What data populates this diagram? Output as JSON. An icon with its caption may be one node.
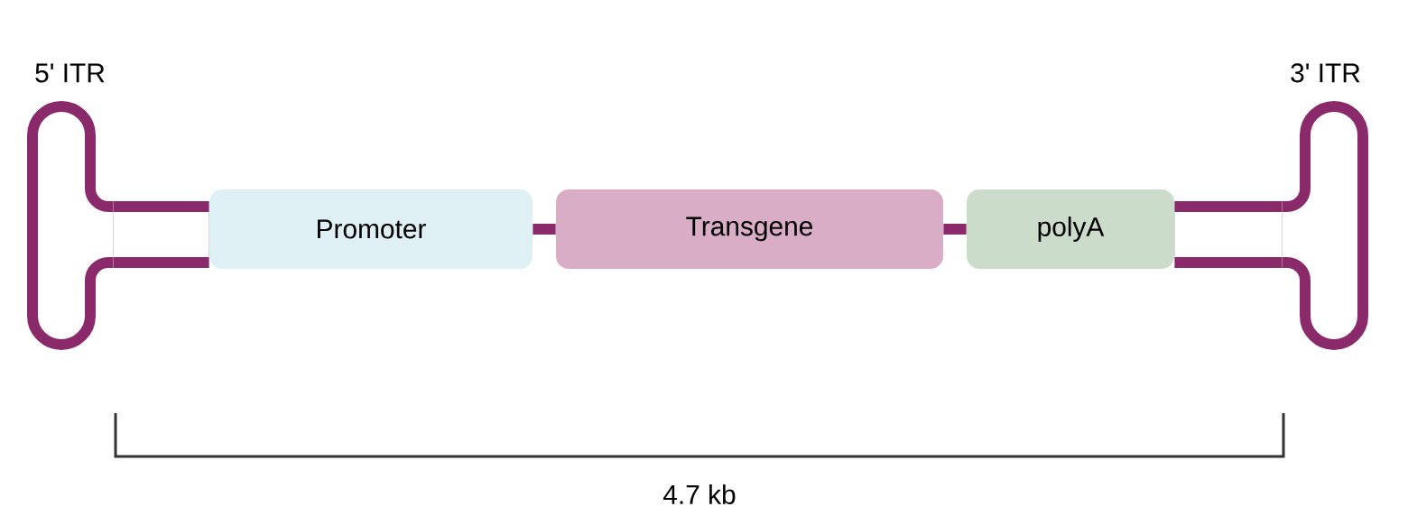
{
  "diagram": {
    "nodes": [
      {
        "text": [
          "5' ITR"
        ]
      },
      {
        "text": [
          "Promoter"
        ]
      },
      {
        "text": [
          "Transgene"
        ]
      },
      {
        "text": [
          "polyA"
        ]
      },
      {
        "text": [
          "3' ITR"
        ]
      }
    ],
    "edges": [
      {
        "from": 0,
        "to": 1,
        "arrow": "none",
        "style": "thick"
      },
      {
        "from": 1,
        "to": 2,
        "arrow": "none"
      },
      {
        "from": 2,
        "to": 3,
        "arrow": "none"
      },
      {
        "from": 3,
        "to": 4,
        "arrow": "none",
        "style": "thick"
      }
    ],
    "labels": [
      "4.7 kb"
    ]
  }
}
